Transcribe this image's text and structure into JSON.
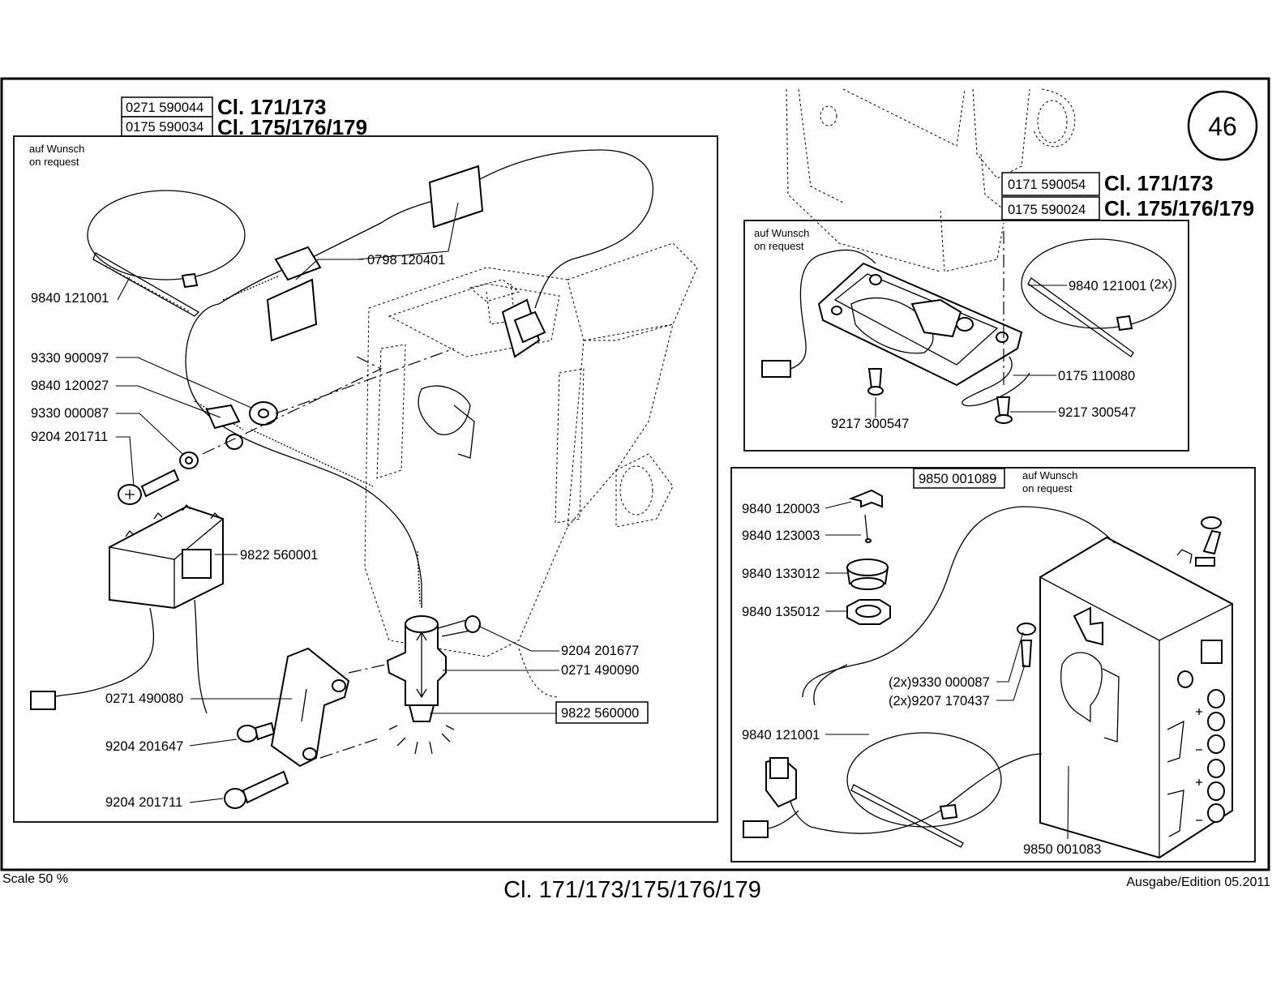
{
  "page_number": "46",
  "scale": "Scale 50 %",
  "footer_title": "Cl. 171/173/175/176/179",
  "edition": "Ausgabe/Edition 05.2011",
  "optional_label": {
    "de": "auf Wunsch",
    "en": "on request"
  },
  "left_panel": {
    "kits": [
      {
        "number": "0271 590044",
        "classes": "Cl. 171/173"
      },
      {
        "number": "0175 590034",
        "classes": "Cl. 175/176/179"
      }
    ],
    "parts": [
      "9840 121001",
      "0798 120401",
      "9330 900097",
      "9840 120027",
      "9330 000087",
      "9204 201711",
      "9822 560001",
      "0271 490080",
      "9204 201647",
      "9204 201711",
      "9204 201677",
      "0271 490090",
      "9822 560000"
    ]
  },
  "top_right_panel": {
    "kits": [
      {
        "number": "0171 590054",
        "classes": "Cl. 171/173"
      },
      {
        "number": "0175 590024",
        "classes": "Cl. 175/176/179"
      }
    ],
    "parts": [
      "9840 121001",
      "(2x)",
      "0175 110080",
      "9217 300547",
      "9217 300547"
    ]
  },
  "bottom_right_panel": {
    "kit_number": "9850 001089",
    "parts": [
      "9840 120003",
      "9840 123003",
      "9840 133012",
      "9840 135012",
      "(2x)9330 000087",
      "(2x)9207 170437",
      "9840 121001",
      "9850 001083"
    ]
  }
}
